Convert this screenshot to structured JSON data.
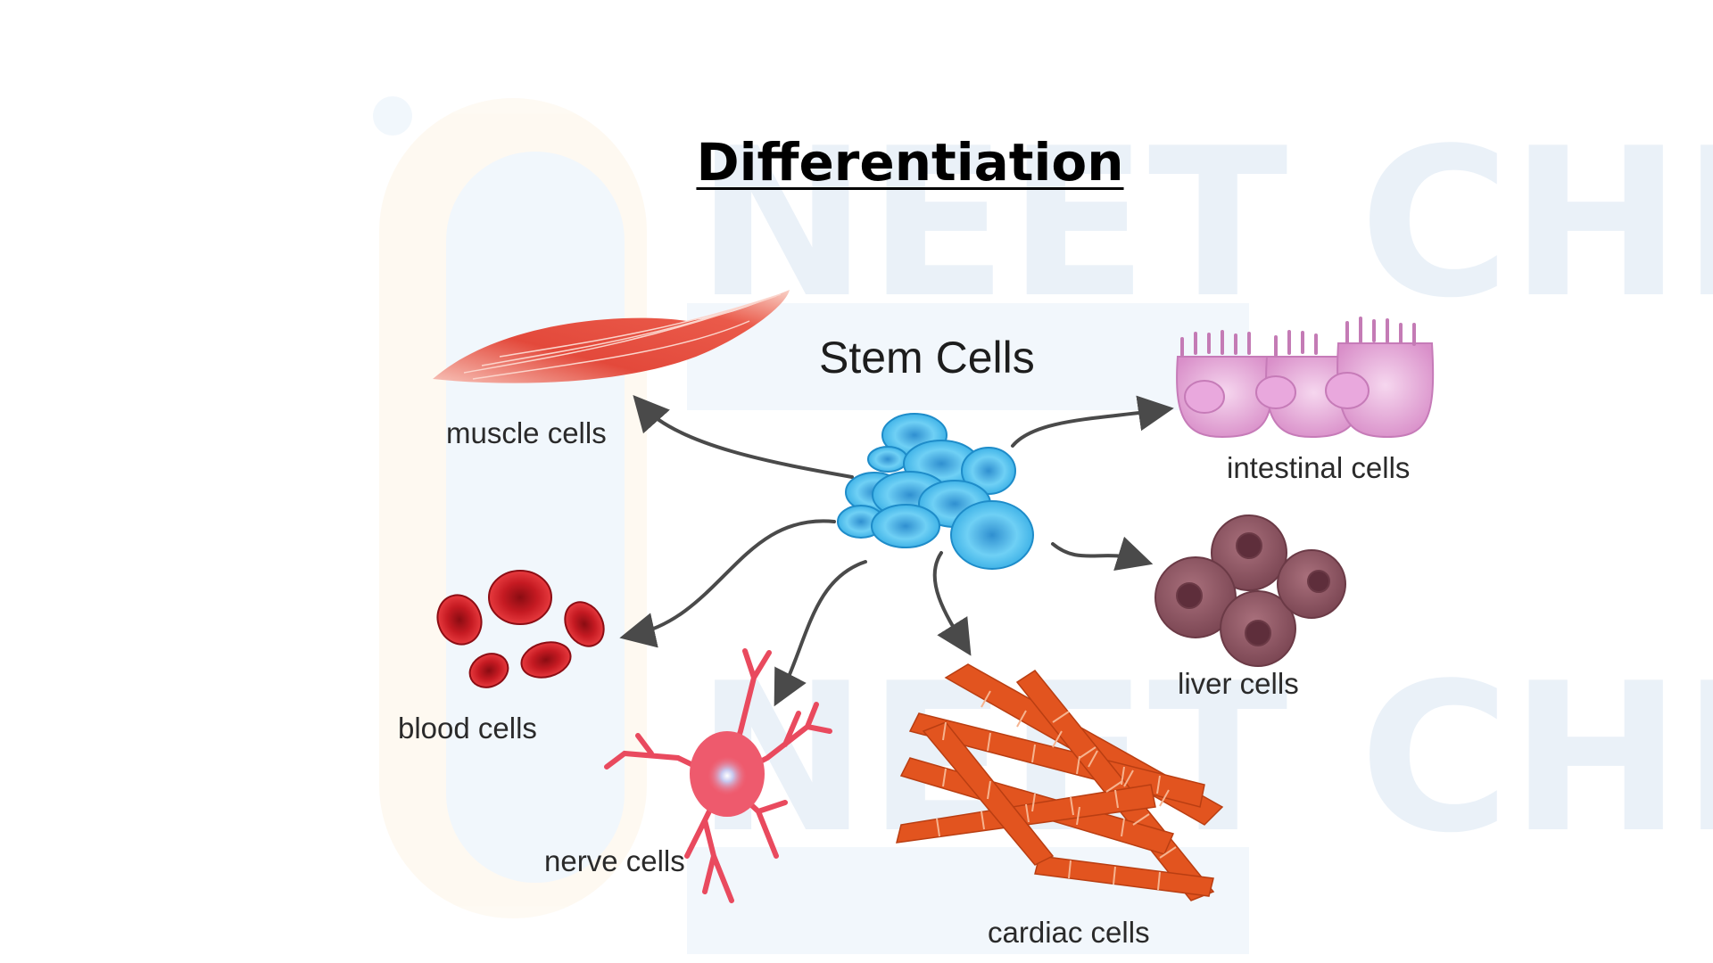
{
  "slide": {
    "title": "Differentiation"
  },
  "diagram": {
    "center_label": "Stem Cells",
    "cell_types": [
      {
        "id": "muscle",
        "label": "muscle cells"
      },
      {
        "id": "intestinal",
        "label": "intestinal cells"
      },
      {
        "id": "blood",
        "label": "blood cells"
      },
      {
        "id": "liver",
        "label": "liver cells"
      },
      {
        "id": "nerve",
        "label": "nerve cells"
      },
      {
        "id": "cardiac",
        "label": "cardiac cells"
      }
    ]
  },
  "watermark": {
    "text": "NEET CHENNAI"
  },
  "colors": {
    "stem": "#3fb4e6",
    "muscle": "#e0473a",
    "blood": "#b3141c",
    "nerve": "#e94a5e",
    "cardiac": "#e2541f",
    "liver": "#8a5563",
    "intestinal": "#dd9cd2",
    "arrow": "#4a4a4a"
  }
}
